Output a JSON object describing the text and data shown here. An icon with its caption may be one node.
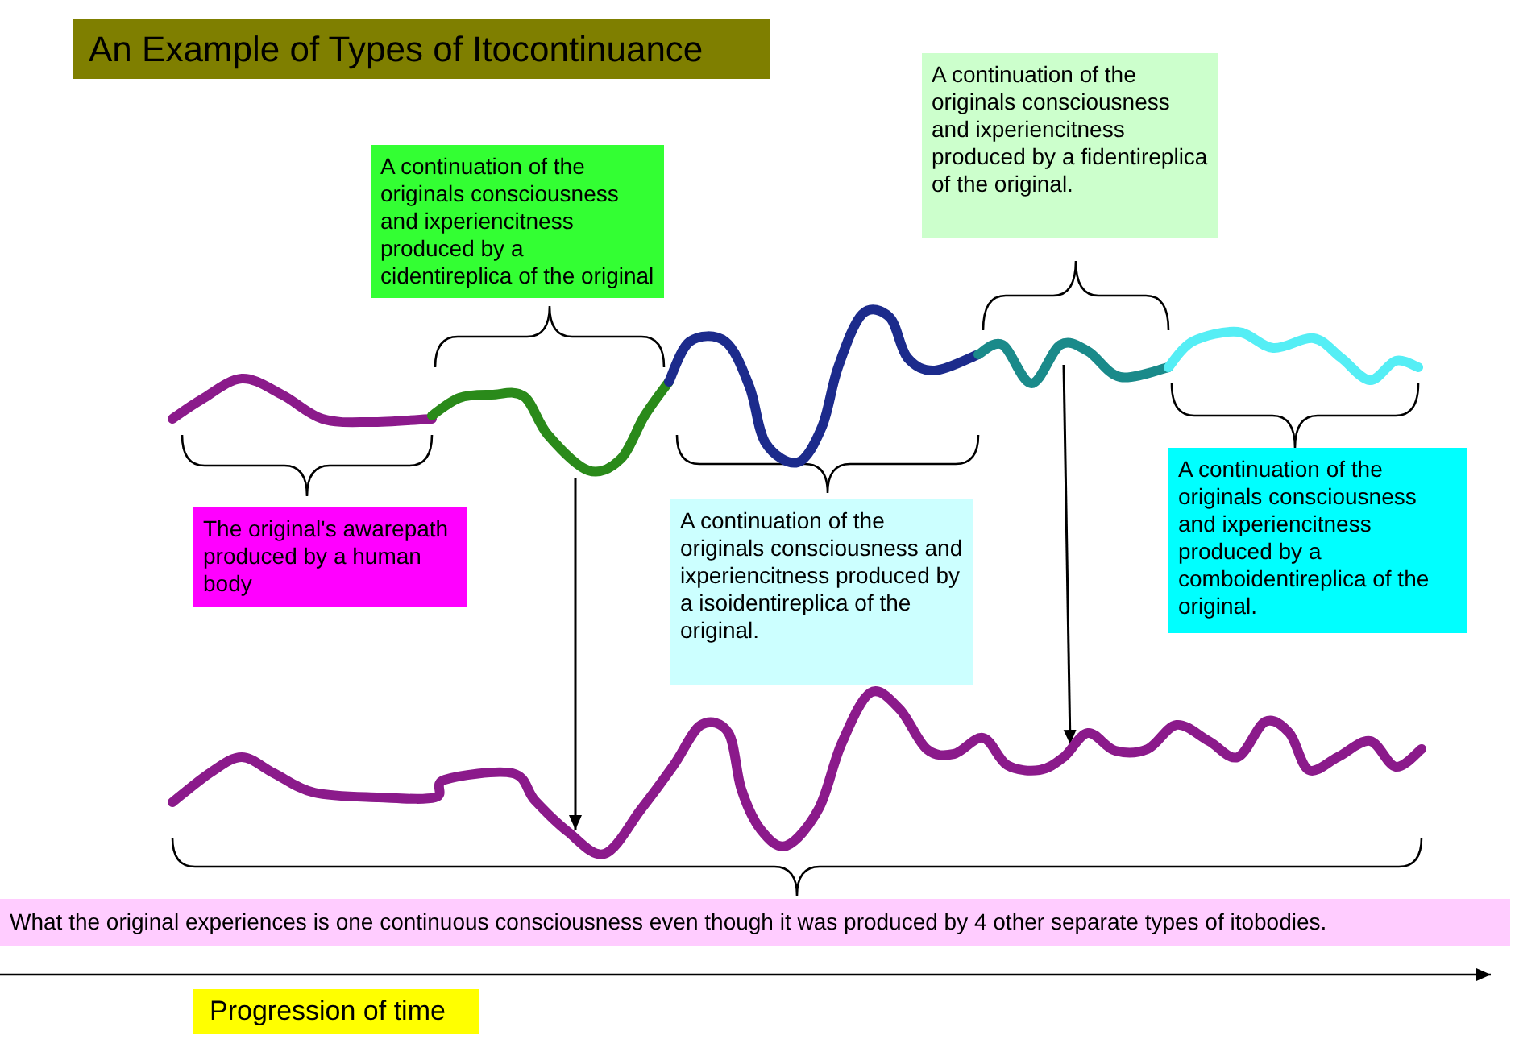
{
  "diagram": {
    "title": "An Example of Types of Itocontinuance",
    "nodes": [
      {
        "text": [
          "A continuation of the originals consciousness and ixperiencitness produced by a fidentireplica of the original."
        ]
      },
      {
        "text": [
          "A continuation of the originals consciousness and ixperiencitness produced by a cidentireplica of the original"
        ]
      },
      {
        "text": [],
        "shape": "curve"
      },
      {
        "text": [],
        "shape": "curve"
      },
      {
        "text": [],
        "shape": "curve"
      },
      {
        "text": [],
        "shape": "curve"
      },
      {
        "text": [],
        "shape": "curve"
      },
      {
        "text": [
          "A continuation of the originals consciousness and ixperiencitness produced by a comboidentireplica of the original."
        ]
      },
      {
        "text": [
          "The original's awarepath produced by a human body"
        ]
      },
      {
        "text": [
          "A continuation of the originals consciousness and ixperiencitness produced by a isoidentireplica of the original."
        ]
      },
      {
        "text": [],
        "shape": "curve"
      },
      {
        "text": [
          "What the original experiences is one continuous consciousness even though it was produced by 4 other separate types of itobodies."
        ]
      },
      {
        "text": [
          "Progression of time"
        ]
      }
    ],
    "edges": [
      {
        "from": 3,
        "to": 10,
        "arrow": "to"
      },
      {
        "from": 5,
        "to": 10,
        "arrow": "to"
      }
    ]
  }
}
